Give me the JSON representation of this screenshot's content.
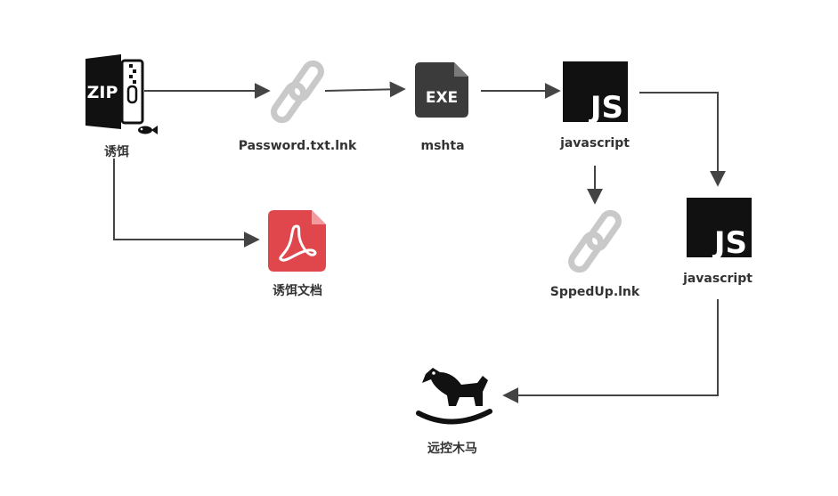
{
  "colors": {
    "background": "#ffffff",
    "arrow": "#444444",
    "icon_dark": "#111111",
    "exe_bg": "#3b3b3b",
    "link_gray": "#c9c9c9",
    "pdf_red": "#e0474c",
    "js_text": "#ffffff"
  },
  "nodes": {
    "zip": {
      "label": "诱饵",
      "icon": "zip-file-icon",
      "icon_text": "ZIP"
    },
    "lnk1": {
      "label": "Password.txt.lnk",
      "icon": "link-icon"
    },
    "mshta": {
      "label": "mshta",
      "icon": "exe-file-icon",
      "icon_text": "EXE"
    },
    "js1": {
      "label": "javascript",
      "icon": "javascript-icon",
      "icon_text": "JS"
    },
    "pdf": {
      "label": "诱饵文档",
      "icon": "pdf-file-icon"
    },
    "lnk2": {
      "label": "SppedUp.lnk",
      "icon": "link-icon"
    },
    "js2": {
      "label": "javascript",
      "icon": "javascript-icon",
      "icon_text": "JS"
    },
    "rat": {
      "label": "远控木马",
      "icon": "rocking-horse-icon"
    }
  },
  "edges": [
    {
      "from": "zip",
      "to": "lnk1"
    },
    {
      "from": "lnk1",
      "to": "mshta"
    },
    {
      "from": "mshta",
      "to": "js1"
    },
    {
      "from": "js1",
      "to": "lnk2"
    },
    {
      "from": "js1",
      "to": "js2"
    },
    {
      "from": "zip",
      "to": "pdf"
    },
    {
      "from": "js2",
      "to": "rat"
    }
  ]
}
